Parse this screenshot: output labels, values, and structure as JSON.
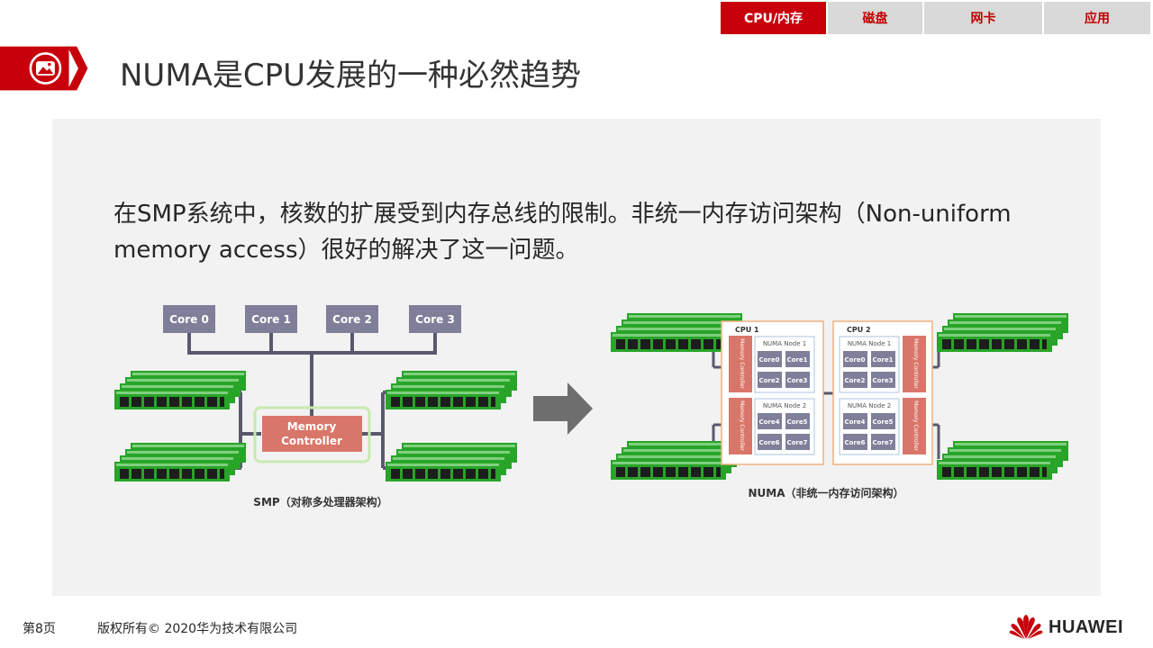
{
  "nav": {
    "tabs": [
      {
        "label": "CPU/内存",
        "active": true
      },
      {
        "label": "磁盘",
        "active": false
      },
      {
        "label": "网卡",
        "active": false
      },
      {
        "label": "应用",
        "active": false
      }
    ]
  },
  "header": {
    "title": "NUMA是CPU发展的一种必然趋势",
    "icon": "picture-icon",
    "accent_color": "#c7000b"
  },
  "body": {
    "intro": "在SMP系统中，核数的扩展受到内存总线的限制。非统一内存访问架构（Non-uniform memory access）很好的解决了这一问题。"
  },
  "smp": {
    "cores": [
      "Core 0",
      "Core 1",
      "Core 2",
      "Core 3"
    ],
    "controller": [
      "Memory",
      "Controller"
    ],
    "caption": "SMP（对称多处理器架构）"
  },
  "numa": {
    "cpus": [
      "CPU 1",
      "CPU 2"
    ],
    "node_labels": [
      "NUMA Node 1",
      "NUMA Node 2"
    ],
    "controller_label": "Memory Controller",
    "cores_node1": [
      "Core0",
      "Core1",
      "Core2",
      "Core3"
    ],
    "cores_node2": [
      "Core4",
      "Core5",
      "Core6",
      "Core7"
    ],
    "caption": "NUMA（非统一内存访问架构）"
  },
  "footer": {
    "page": "第8页",
    "copyright": "版权所有© 2020华为技术有限公司",
    "brand": "HUAWEI"
  },
  "colors": {
    "core_box": "#7f7f9a",
    "bus": "#59596e",
    "ram_green": "#2aa02a",
    "controller": "#d9766a",
    "arrow": "#6e6e6e",
    "cpu_border": "#f0b080"
  }
}
